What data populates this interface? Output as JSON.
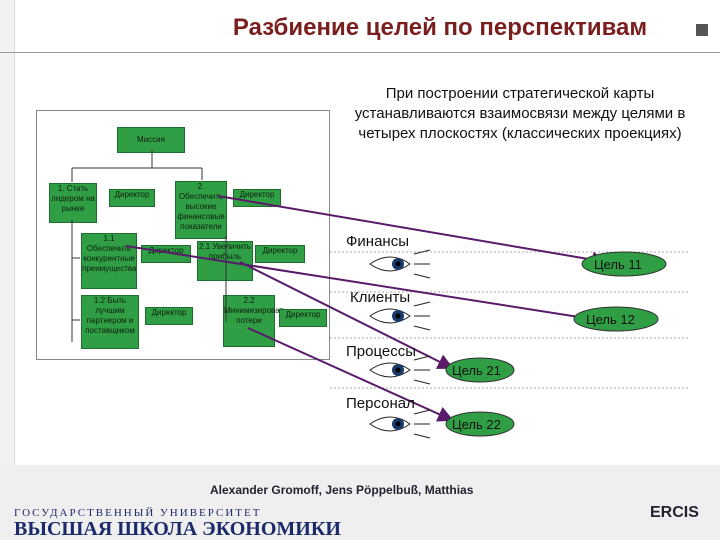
{
  "title": "Разбиение целей по перспективам",
  "callout": "При построении стратегической карты устанавливаются взаимосвязи между целями в четырех плоскостях (классических проекциях)",
  "tree": {
    "mission": "Миссия",
    "goal1": "1. Стать лидером на рынке",
    "goal2": "2. Обеспечить высокие финансовые показатели",
    "goal11": "1.1 Обеспечить конкурентные преимущества",
    "goal12": "1.2 Быть лучшим партнером и поставщиком",
    "goal21": "2.1 Увеличить прибыль",
    "goal22": "2.2 Минимизировать потери",
    "owner": "Директор"
  },
  "perspectives": [
    {
      "label": "Финансы"
    },
    {
      "label": "Клиенты"
    },
    {
      "label": "Процессы"
    },
    {
      "label": "Персонал"
    }
  ],
  "goals": [
    {
      "label": "Цель 11"
    },
    {
      "label": "Цель 12"
    },
    {
      "label": "Цель 21"
    },
    {
      "label": "Цель 22"
    }
  ],
  "footer": {
    "authors": "Alexander Gromoff, Jens Pöppelbuß, Matthias",
    "hse_top": "ГОСУДАРСТВЕННЫЙ УНИВЕРСИТЕТ",
    "hse_main": "ВЫСШАЯ ШКОЛА ЭКОНОМИКИ",
    "ercis": "ERCIS"
  },
  "colors": {
    "goal_green": "#2f9e44",
    "title": "#7a1f1f",
    "arrow": "#5a1a6a"
  }
}
